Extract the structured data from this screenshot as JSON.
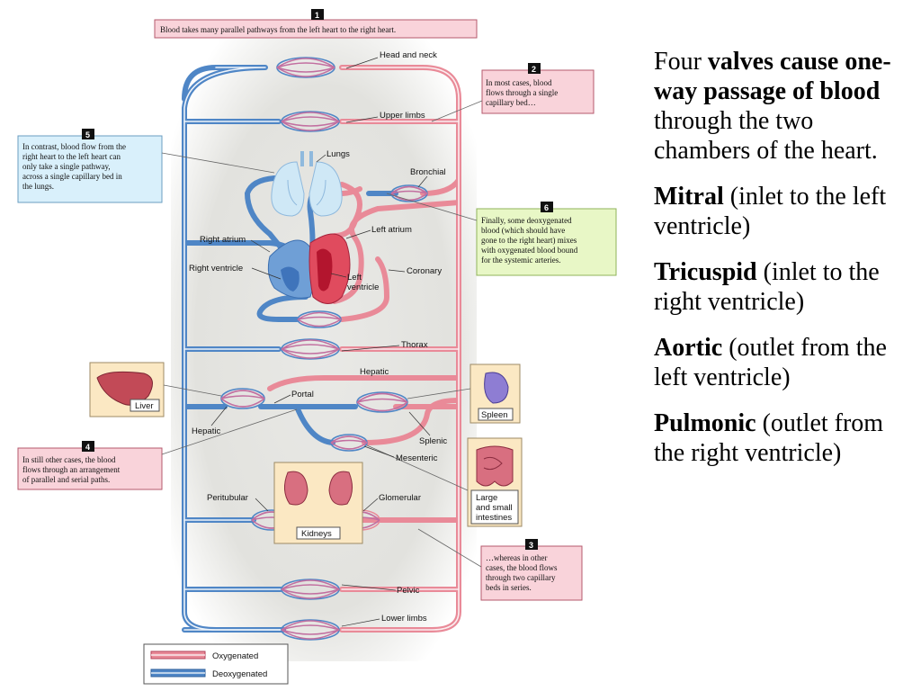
{
  "diagram": {
    "callouts": {
      "c1": {
        "number": "1",
        "lines": [
          "Blood takes many parallel pathways from the left heart to the right heart."
        ]
      },
      "c2": {
        "number": "2",
        "lines": [
          "In most cases, blood",
          "flows through a single",
          "capillary bed…"
        ]
      },
      "c3": {
        "number": "3",
        "lines": [
          "…whereas in other",
          "cases, the blood flows",
          "through two capillary",
          "beds in series."
        ]
      },
      "c4": {
        "number": "4",
        "lines": [
          "In still other cases, the blood",
          "flows through an arrangement",
          "of parallel and serial paths."
        ]
      },
      "c5": {
        "number": "5",
        "lines": [
          "In contrast, blood flow from the",
          "right heart to the left heart can",
          "only take a single pathway,",
          "across a single capillary bed in",
          "the lungs."
        ]
      },
      "c6": {
        "number": "6",
        "lines": [
          "Finally, some deoxygenated",
          "blood (which should have",
          "gone to the right heart) mixes",
          "with oxygenated blood bound",
          "for the systemic arteries."
        ]
      }
    },
    "labels": {
      "head_neck": "Head and neck",
      "upper_limbs": "Upper limbs",
      "lungs": "Lungs",
      "bronchial": "Bronchial",
      "left_atrium": "Left atrium",
      "right_atrium": "Right atrium",
      "right_ventricle": "Right ventricle",
      "left_ventricle_1": "Left",
      "left_ventricle_2": "ventricle",
      "coronary": "Coronary",
      "thorax": "Thorax",
      "hepatic_top": "Hepatic",
      "portal": "Portal",
      "liver": "Liver",
      "spleen": "Spleen",
      "hepatic_left": "Hepatic",
      "splenic": "Splenic",
      "mesenteric": "Mesenteric",
      "intestines": [
        "Large",
        "and small",
        "intestines"
      ],
      "peritubular": "Peritubular",
      "glomerular": "Glomerular",
      "kidneys": "Kidneys",
      "pelvic": "Pelvic",
      "lower_limbs": "Lower limbs"
    },
    "legend": {
      "oxygenated": "Oxygenated",
      "deoxygenated": "Deoxygenated"
    },
    "colors": {
      "oxygenated": "#e98a98",
      "deoxygenated": "#4f86c6",
      "note_pink": "#f9d3da",
      "note_blue": "#d9f0fb",
      "note_green": "#e8f7c6",
      "organ_box": "#fbe8c3"
    }
  },
  "slide": {
    "p1": {
      "pre": "Four ",
      "bold": "valves cause one-way passage of blood",
      "post": " through the two chambers of the heart."
    },
    "p2": {
      "bold": "Mitral",
      "post": " (inlet to the left ventricle)"
    },
    "p3": {
      "bold": "Tricuspid",
      "post": " (inlet to the right ventricle)"
    },
    "p4": {
      "bold": "Aortic",
      "post": " (outlet from the left ventricle)"
    },
    "p5": {
      "bold": "Pulmonic",
      "post": " (outlet from the right ventricle)"
    }
  }
}
